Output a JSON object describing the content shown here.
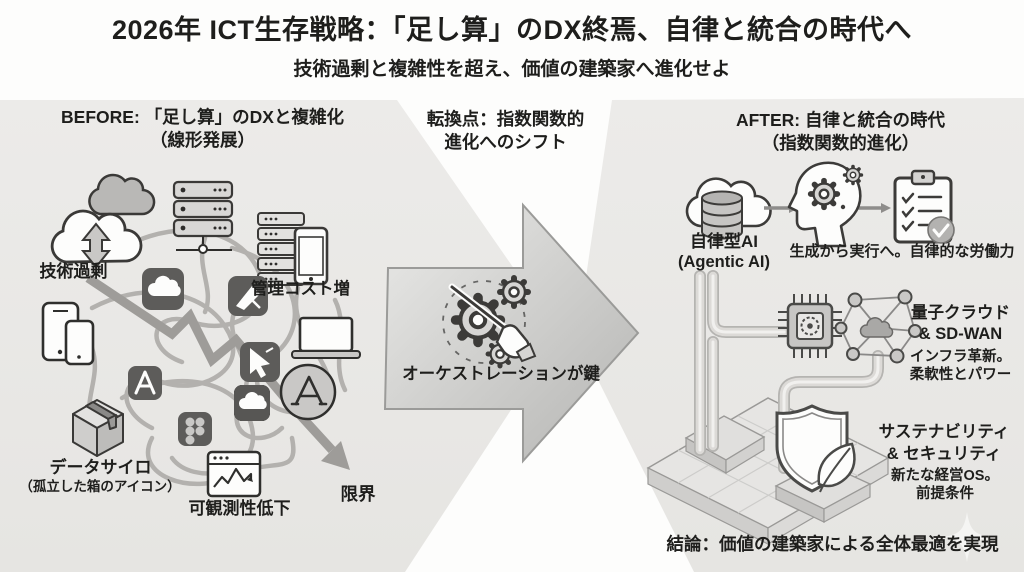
{
  "header": {
    "title": "2026年 ICT生存戦略：「足し算」のDX終焉、自律と統合の時代へ",
    "subtitle": "技術過剰と複雑性を超え、価値の建築家へ進化せよ"
  },
  "before": {
    "heading1": "BEFORE: 「足し算」のDXと複雑化",
    "heading2": "（線形発展）",
    "tech_excess": "技術過剰",
    "mgmt_cost": "管理コスト増",
    "data_silo1": "データサイロ",
    "data_silo2": "（孤立した箱のアイコン）",
    "observability": "可観測性低下",
    "limit": "限界"
  },
  "transition": {
    "heading1": "転換点：指数関数的",
    "heading2": "進化へのシフト",
    "caption": "オーケストレーションが鍵"
  },
  "after": {
    "heading1": "AFTER: 自律と統合の時代",
    "heading2": "（指数関数的進化）",
    "agentic1": "自律型AI",
    "agentic2": "(Agentic AI)",
    "agentic_caption": "生成から実行へ。自律的な労働力",
    "quantum1": "量子クラウド",
    "quantum2": "& SD-WAN",
    "quantum_caption1": "インフラ革新。",
    "quantum_caption2": "柔軟性とパワー",
    "sustain1": "サステナビリティ",
    "sustain2": "& セキュリティ",
    "sustain_caption1": "新たな経営OS。",
    "sustain_caption2": "前提条件",
    "conclusion": "結論：価値の建築家による全体最適を実現"
  },
  "icons": {
    "cloud-overload-icon": "two clouds with vertical double arrow",
    "server-rack-icon": "3-unit server rack with network drop",
    "server-stack-phone-icon": "server stack with smartphone",
    "smartphones-icon": "two smartphones",
    "laptop-icon": "laptop",
    "app-cloud-icon": "dark app tile with cloud",
    "app-pen-icon": "dark app tile with pen tool",
    "app-cursor-icon": "dark app tile with cursor",
    "app-a-icon": "dark app tile with letter A",
    "app-figma-icon": "dark app tile with figma-like dots",
    "app-cloud2-icon": "dark app tile with cloud",
    "appstore-icon": "circular app store badge",
    "box-icon": "isolated cardboard box (data silo)",
    "observability-chart-icon": "browser window with line chart",
    "decline-arrow-icon": "jagged declining arrow",
    "tangle-icon": "tangled spaghetti lines",
    "flow-arrow-icon": "large right-pointing transition arrow",
    "orchestration-icon": "gears with conductor baton and hand",
    "agentic-cloud-db-icon": "cloud with database cylinder",
    "ai-head-icon": "human head profile with gears",
    "task-clipboard-icon": "clipboard checklist with check badge",
    "quantum-chip-icon": "processor chip with quantum core",
    "sdwan-network-icon": "node network with cloud core",
    "platform-icon": "isometric platform with blocks and pipes",
    "shield-leaf-icon": "security shield with leaf",
    "sparkle-icon": "four-point sparkle"
  },
  "colors": {
    "panel": "#eae9e7",
    "arrow_light": "#e7e7e5",
    "arrow_dark": "#b7b7b5",
    "arrow_stroke": "#9b9b99",
    "icon_dark_tile": "#5d5c5a",
    "ink": "#1e1e1c",
    "line_tangle": "#b1afac",
    "decline": "#9e9c99",
    "pipe": "#dcdad7"
  }
}
